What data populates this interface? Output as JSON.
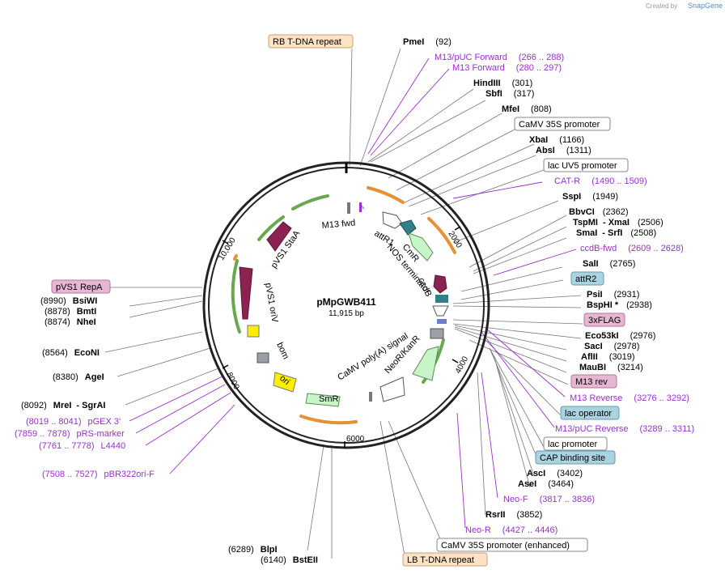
{
  "brand": {
    "created_by": "Created by",
    "name": "SnapGene"
  },
  "plasmid": {
    "name": "pMpGWB411",
    "size": "11,915 bp"
  },
  "ticks": [
    "2000",
    "4000",
    "6000",
    "8000",
    "10,000"
  ],
  "features": {
    "m13_fwd": "M13 fwd",
    "attR1": "attR1",
    "cmr": "CmR",
    "ccdb": "ccdB",
    "nos": "NOS terminator",
    "pvs1_staa": "pVS1 StaA",
    "pvs1_oriv": "pVS1 oriV",
    "bom": "bom",
    "ori": "ori",
    "smr": "SmR",
    "camv_polya": "CaMV poly(A) signal",
    "neor": "NeoR/KanR"
  },
  "boxes": {
    "rb": "RB T-DNA repeat",
    "camv35s": "CaMV 35S promoter",
    "lacuv5": "lac UV5 promoter",
    "attr2": "attR2",
    "flag": "3xFLAG",
    "m13rev": "M13 rev",
    "lacop": "lac operator",
    "lacprom": "lac promoter",
    "cap": "CAP binding site",
    "camv35s_enh": "CaMV 35S promoter (enhanced)",
    "lb": "LB T-DNA repeat",
    "pvs1repa": "pVS1 RepA"
  },
  "right_labels": [
    {
      "id": "pmei",
      "name": "PmeI",
      "pos": "(92)",
      "kind": "enzyme"
    },
    {
      "id": "m13puc_fwd",
      "name": "M13/pUC Forward",
      "pos": "(266 .. 288)",
      "kind": "primer"
    },
    {
      "id": "m13_forward",
      "name": "M13 Forward",
      "pos": "(280 .. 297)",
      "kind": "primer"
    },
    {
      "id": "hindiii",
      "name": "HindIII",
      "pos": "(301)",
      "kind": "enzyme"
    },
    {
      "id": "sbfi",
      "name": "SbfI",
      "pos": "(317)",
      "kind": "enzyme"
    },
    {
      "id": "mfei",
      "name": "MfeI",
      "pos": "(808)",
      "kind": "enzyme"
    },
    {
      "id": "xbai",
      "name": "XbaI",
      "pos": "(1166)",
      "kind": "enzyme"
    },
    {
      "id": "absi",
      "name": "AbsI",
      "pos": "(1311)",
      "kind": "enzyme"
    },
    {
      "id": "cat_r",
      "name": "CAT-R",
      "pos": "(1490 .. 1509)",
      "kind": "primer"
    },
    {
      "id": "sspi",
      "name": "SspI",
      "pos": "(1949)",
      "kind": "enzyme"
    },
    {
      "id": "bbvci",
      "name": "BbvCI",
      "pos": "(2362)",
      "kind": "enzyme"
    },
    {
      "id": "tspmi",
      "name": "TspMI",
      "sep": "- XmaI",
      "pos": "(2506)",
      "kind": "enzyme"
    },
    {
      "id": "smai",
      "name": "SmaI",
      "sep": "- SrfI",
      "pos": "(2508)",
      "kind": "enzyme"
    },
    {
      "id": "ccdb_fwd",
      "name": "ccdB-fwd",
      "pos": "(2609 .. 2628)",
      "kind": "primer"
    },
    {
      "id": "sali",
      "name": "SalI",
      "pos": "(2765)",
      "kind": "enzyme"
    },
    {
      "id": "psii",
      "name": "PsiI",
      "pos": "(2931)",
      "kind": "enzyme"
    },
    {
      "id": "bsphi",
      "name": "BspHI *",
      "pos": "(2938)",
      "kind": "enzyme"
    },
    {
      "id": "eco53ki",
      "name": "Eco53kI",
      "pos": "(2976)",
      "kind": "enzyme"
    },
    {
      "id": "saci",
      "name": "SacI",
      "pos": "(2978)",
      "kind": "enzyme"
    },
    {
      "id": "aflii",
      "name": "AflII",
      "pos": "(3019)",
      "kind": "enzyme"
    },
    {
      "id": "maubi",
      "name": "MauBI",
      "pos": "(3214)",
      "kind": "enzyme"
    },
    {
      "id": "m13_reverse",
      "name": "M13 Reverse",
      "pos": "(3276 .. 3292)",
      "kind": "primer"
    },
    {
      "id": "m13puc_rev",
      "name": "M13/pUC Reverse",
      "pos": "(3289 .. 3311)",
      "kind": "primer"
    },
    {
      "id": "asci",
      "name": "AscI",
      "pos": "(3402)",
      "kind": "enzyme"
    },
    {
      "id": "asei",
      "name": "AseI",
      "pos": "(3464)",
      "kind": "enzyme"
    },
    {
      "id": "neo_f",
      "name": "Neo-F",
      "pos": "(3817 .. 3836)",
      "kind": "primer"
    },
    {
      "id": "rsrii",
      "name": "RsrII",
      "pos": "(3852)",
      "kind": "enzyme"
    },
    {
      "id": "neo_r",
      "name": "Neo-R",
      "pos": "(4427 .. 4446)",
      "kind": "primer"
    }
  ],
  "bottom_labels": [
    {
      "id": "blpi",
      "name": "BlpI",
      "pos": "(6289)"
    },
    {
      "id": "bsteii",
      "name": "BstEII",
      "pos": "(6140)"
    }
  ],
  "left_labels": [
    {
      "id": "bsiwi",
      "name": "BsiWI",
      "pos": "(8990)",
      "kind": "enzyme"
    },
    {
      "id": "bmti",
      "name": "BmtI",
      "pos": "(8878)",
      "kind": "enzyme"
    },
    {
      "id": "nhei",
      "name": "NheI",
      "pos": "(8874)",
      "kind": "enzyme"
    },
    {
      "id": "econi",
      "name": "EcoNI",
      "pos": "(8564)",
      "kind": "enzyme"
    },
    {
      "id": "agei",
      "name": "AgeI",
      "pos": "(8380)",
      "kind": "enzyme"
    },
    {
      "id": "mrei",
      "name": "MreI",
      "sep": "- SgrAI",
      "pos": "(8092)",
      "kind": "enzyme"
    },
    {
      "id": "pgex3",
      "name": "pGEX 3'",
      "pos": "(8019 .. 8041)",
      "kind": "primer"
    },
    {
      "id": "prs_marker",
      "name": "pRS-marker",
      "pos": "(7859 .. 7878)",
      "kind": "primer"
    },
    {
      "id": "l4440",
      "name": "L4440",
      "pos": "(7761 .. 7778)",
      "kind": "primer"
    },
    {
      "id": "pbr322ori_f",
      "name": "pBR322ori-F",
      "pos": "(7508 .. 7527)",
      "kind": "primer"
    }
  ],
  "colors": {
    "primer": "#9a2fcf",
    "orange_box": "#fde2c4",
    "blue_box": "#a9d3e0",
    "pink_box": "#e6b7d3",
    "rnd_arrow": "#8b2252",
    "green_arrow": "#c8f5c8",
    "orf_green": "#6aa84f",
    "orf_orange": "#e69138"
  }
}
